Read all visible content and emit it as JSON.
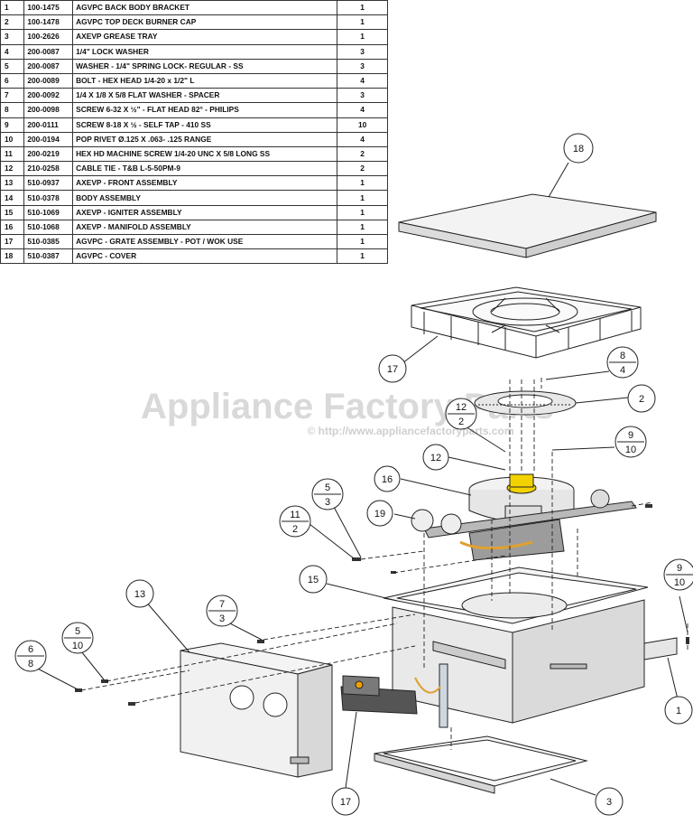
{
  "parts_table": {
    "rows": [
      {
        "item": "1",
        "part": "100-1475",
        "desc": "AGVPC BACK BODY BRACKET",
        "qty": "1"
      },
      {
        "item": "2",
        "part": "100-1478",
        "desc": "AGVPC TOP DECK BURNER CAP",
        "qty": "1"
      },
      {
        "item": "3",
        "part": "100-2626",
        "desc": "AXEVP GREASE TRAY",
        "qty": "1"
      },
      {
        "item": "4",
        "part": "200-0087",
        "desc": "1/4\"  LOCK WASHER",
        "qty": "3"
      },
      {
        "item": "5",
        "part": "200-0087",
        "desc": "WASHER - 1/4\" SPRING LOCK- REGULAR - SS",
        "qty": "3"
      },
      {
        "item": "6",
        "part": "200-0089",
        "desc": "BOLT - HEX HEAD 1/4-20 x 1/2\" L",
        "qty": "4"
      },
      {
        "item": "7",
        "part": "200-0092",
        "desc": "1/4 X 1/8 X 5/8  FLAT WASHER  - SPACER",
        "qty": "3"
      },
      {
        "item": "8",
        "part": "200-0098",
        "desc": "SCREW 6-32 X ½\" - FLAT HEAD 82° - PHILIPS",
        "qty": "4"
      },
      {
        "item": "9",
        "part": "200-0111",
        "desc": "SCREW 8-18 X ½ - SELF TAP - 410 SS",
        "qty": "10"
      },
      {
        "item": "10",
        "part": "200-0194",
        "desc": "POP RIVET Ø.125 X .063- .125 RANGE",
        "qty": "4"
      },
      {
        "item": "11",
        "part": "200-0219",
        "desc": "HEX HD MACHINE SCREW 1/4-20 UNC X 5/8 LONG SS",
        "qty": "2"
      },
      {
        "item": "12",
        "part": "210-0258",
        "desc": "CABLE TIE - T&B L-5-50PM-9",
        "qty": "2"
      },
      {
        "item": "13",
        "part": "510-0937",
        "desc": "AXEVP - FRONT ASSEMBLY",
        "qty": "1"
      },
      {
        "item": "14",
        "part": "510-0378",
        "desc": "BODY ASSEMBLY",
        "qty": "1"
      },
      {
        "item": "15",
        "part": "510-1069",
        "desc": "AXEVP - IGNITER ASSEMBLY",
        "qty": "1"
      },
      {
        "item": "16",
        "part": "510-1068",
        "desc": "AXEVP - MANIFOLD ASSEMBLY",
        "qty": "1"
      },
      {
        "item": "17",
        "part": "510-0385",
        "desc": "AGVPC - GRATE ASSEMBLY - POT / WOK USE",
        "qty": "1"
      },
      {
        "item": "18",
        "part": "510-0387",
        "desc": "AGVPC - COVER",
        "qty": "1"
      }
    ]
  },
  "watermark": {
    "main": "Appliance Factory Parts",
    "sub": "© http://www.appliancefactoryparts.com"
  },
  "callouts": {
    "c18": "18",
    "c17_top": "17",
    "c2": "2",
    "c8_4": {
      "top": "8",
      "bottom": "4"
    },
    "c12_2": {
      "top": "12",
      "bottom": "2"
    },
    "c12": "12",
    "c9_10_a": {
      "top": "9",
      "bottom": "10"
    },
    "c16": "16",
    "c19": "19",
    "c5_3": {
      "top": "5",
      "bottom": "3"
    },
    "c11_2": {
      "top": "11",
      "bottom": "2"
    },
    "c15": "15",
    "c9_10_b": {
      "top": "9",
      "bottom": "10"
    },
    "c13": "13",
    "c7_3": {
      "top": "7",
      "bottom": "3"
    },
    "c5_10": {
      "top": "5",
      "bottom": "10"
    },
    "c6_8": {
      "top": "6",
      "bottom": "8"
    },
    "c1": "1",
    "c17_bottom": "17",
    "c3": "3"
  },
  "colors": {
    "line": "#222222",
    "part_fill": "#ededed",
    "burner_highlight": "#f2d200",
    "gas_line": "#e0a030",
    "watermark": "#d9d9d9"
  }
}
